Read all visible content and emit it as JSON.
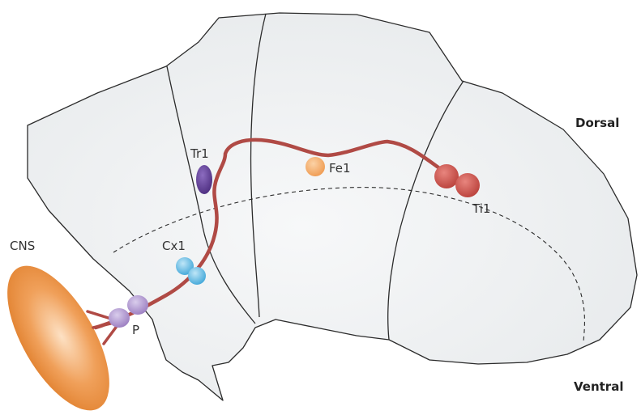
{
  "labels": {
    "dorsal": "Dorsal",
    "ventral": "Ventral",
    "cns": "CNS",
    "p": "P",
    "cx1": "Cx1",
    "tr1": "Tr1",
    "fe1": "Fe1",
    "ti1": "Ti1"
  },
  "colors": {
    "segment_fill": "#eff1f2",
    "segment_stroke": "#2b2b2b",
    "nerve": "#b04a45",
    "cns": "#e98935",
    "p_cells": "#9a7cc0",
    "cx1_cells": "#5ab8e2",
    "tr1_cell": "#5a3a8c",
    "fe1_cell": "#f2a765",
    "ti1_cells": "#c94a44"
  }
}
